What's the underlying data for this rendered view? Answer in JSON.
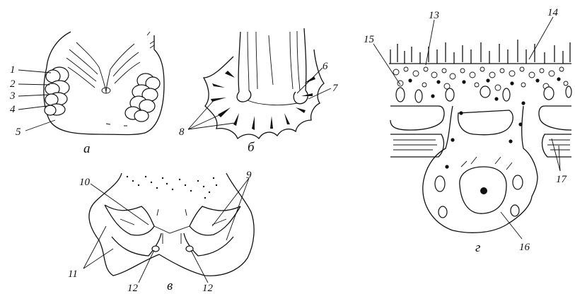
{
  "panels": {
    "a": {
      "label": "а",
      "callouts": [
        "1",
        "2",
        "3",
        "4",
        "5"
      ]
    },
    "b": {
      "label": "б",
      "callouts": [
        "6",
        "7",
        "8"
      ]
    },
    "v": {
      "label": "в",
      "callouts": [
        "9",
        "10",
        "11",
        "12",
        "12"
      ]
    },
    "g": {
      "label": "г",
      "callouts": [
        "13",
        "14",
        "15",
        "16",
        "17"
      ]
    }
  }
}
